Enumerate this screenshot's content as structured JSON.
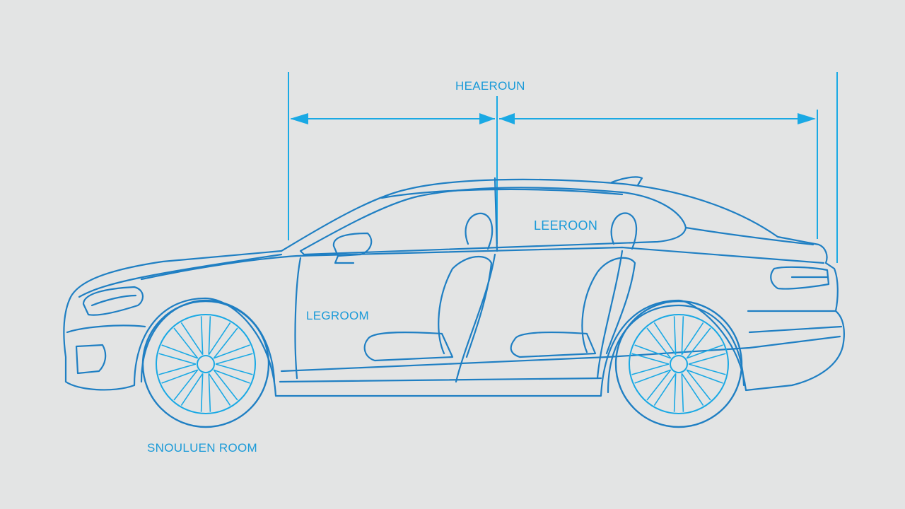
{
  "labels": {
    "headroom": "HEAEROUN",
    "rear_legroom": "LEEROON",
    "front_legroom": "LEGROOM",
    "shoulder_room": "SNOULUEN ROOM"
  },
  "colors": {
    "background": "#e3e4e4",
    "outline": "#1f7fc3",
    "dimension": "#1aa9e4",
    "label": "#1a9ad8"
  }
}
